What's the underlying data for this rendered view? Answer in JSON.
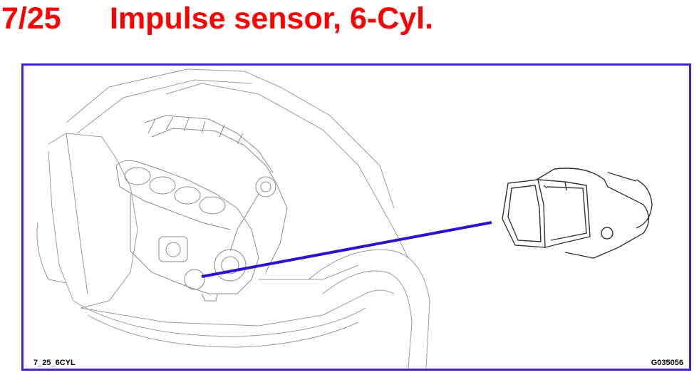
{
  "header": {
    "slide_number": "7/25",
    "title": "Impulse sensor, 6-Cyl."
  },
  "figure": {
    "left_code": "7_25_6CYL",
    "right_code": "G035056",
    "frame_color": "#4422cc",
    "leader_color": "#3311cc",
    "title_color": "#ff0000",
    "line_color": "#9a9a9a"
  }
}
